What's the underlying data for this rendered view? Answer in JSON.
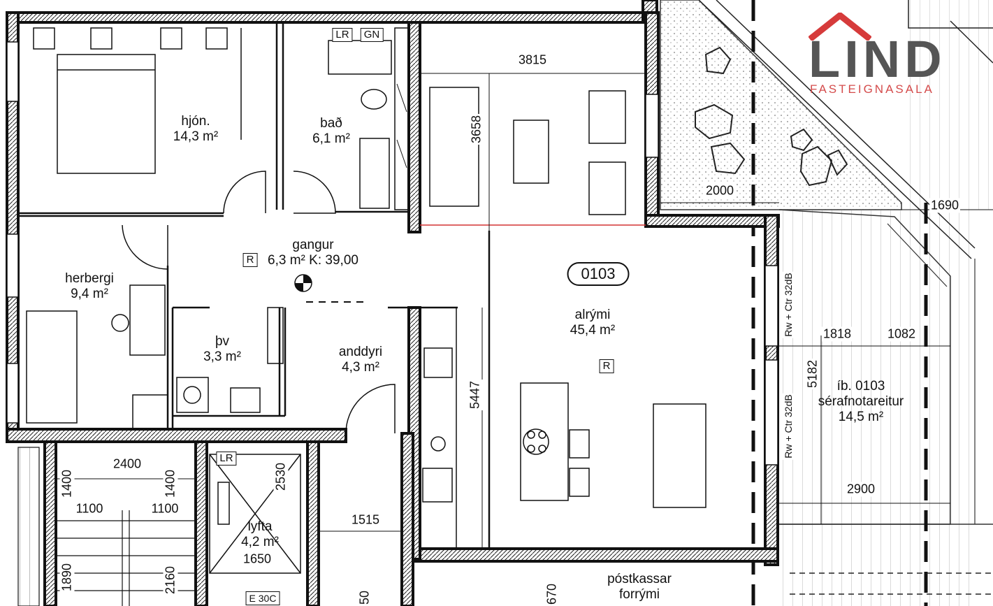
{
  "brand": {
    "name": "LIND",
    "subtitle": "FASTEIGNASALA",
    "roof_color": "#d63b3b",
    "text_color": "#555555"
  },
  "unit": {
    "id": "0103"
  },
  "rooms": {
    "hjon": {
      "name": "hjón.",
      "area": "14,3 m²"
    },
    "bad": {
      "name": "bað",
      "area": "6,1 m²"
    },
    "herbergi": {
      "name": "herbergi",
      "area": "9,4 m²"
    },
    "gangur": {
      "name": "gangur",
      "area": "6,3 m²",
      "extra": "K: 39,00"
    },
    "thv": {
      "name": "þv",
      "area": "3,3 m²"
    },
    "anddyri": {
      "name": "anddyri",
      "area": "4,3 m²"
    },
    "alrymi": {
      "name": "alrými",
      "area": "45,4 m²"
    },
    "lyfta": {
      "name": "lyfta",
      "area": "4,2 m²"
    },
    "serafnot": {
      "name_line1": "íb. 0103",
      "name_line2": "sérafnotareitur",
      "area": "14,5 m²"
    },
    "postkassar": {
      "name_line1": "póstkassar",
      "name_line2": "forrými"
    }
  },
  "tags": {
    "lr_top": "LR",
    "gn_top": "GN",
    "r_gangur": "R",
    "r_alrymi": "R",
    "lr_lyfta": "LR",
    "e30c": "E 30C"
  },
  "window_labels": {
    "upper": "Rw + Ctr 32dB",
    "lower": "Rw + Ctr 32dB"
  },
  "dimensions": {
    "d3815": "3815",
    "d3658": "3658",
    "d2000": "2000",
    "d1690": "1690",
    "d1818": "1818",
    "d1082": "1082",
    "d5182": "5182",
    "d2900": "2900",
    "d5447": "5447",
    "d1515": "1515",
    "d2400": "2400",
    "d1400a": "1400",
    "d1400b": "1400",
    "d1100a": "1100",
    "d1100b": "1100",
    "d2530": "2530",
    "d1650": "1650",
    "d1890": "1890",
    "d2160": "2160",
    "d670": "670",
    "d50": "50"
  },
  "accent_line_color": "#d33333"
}
